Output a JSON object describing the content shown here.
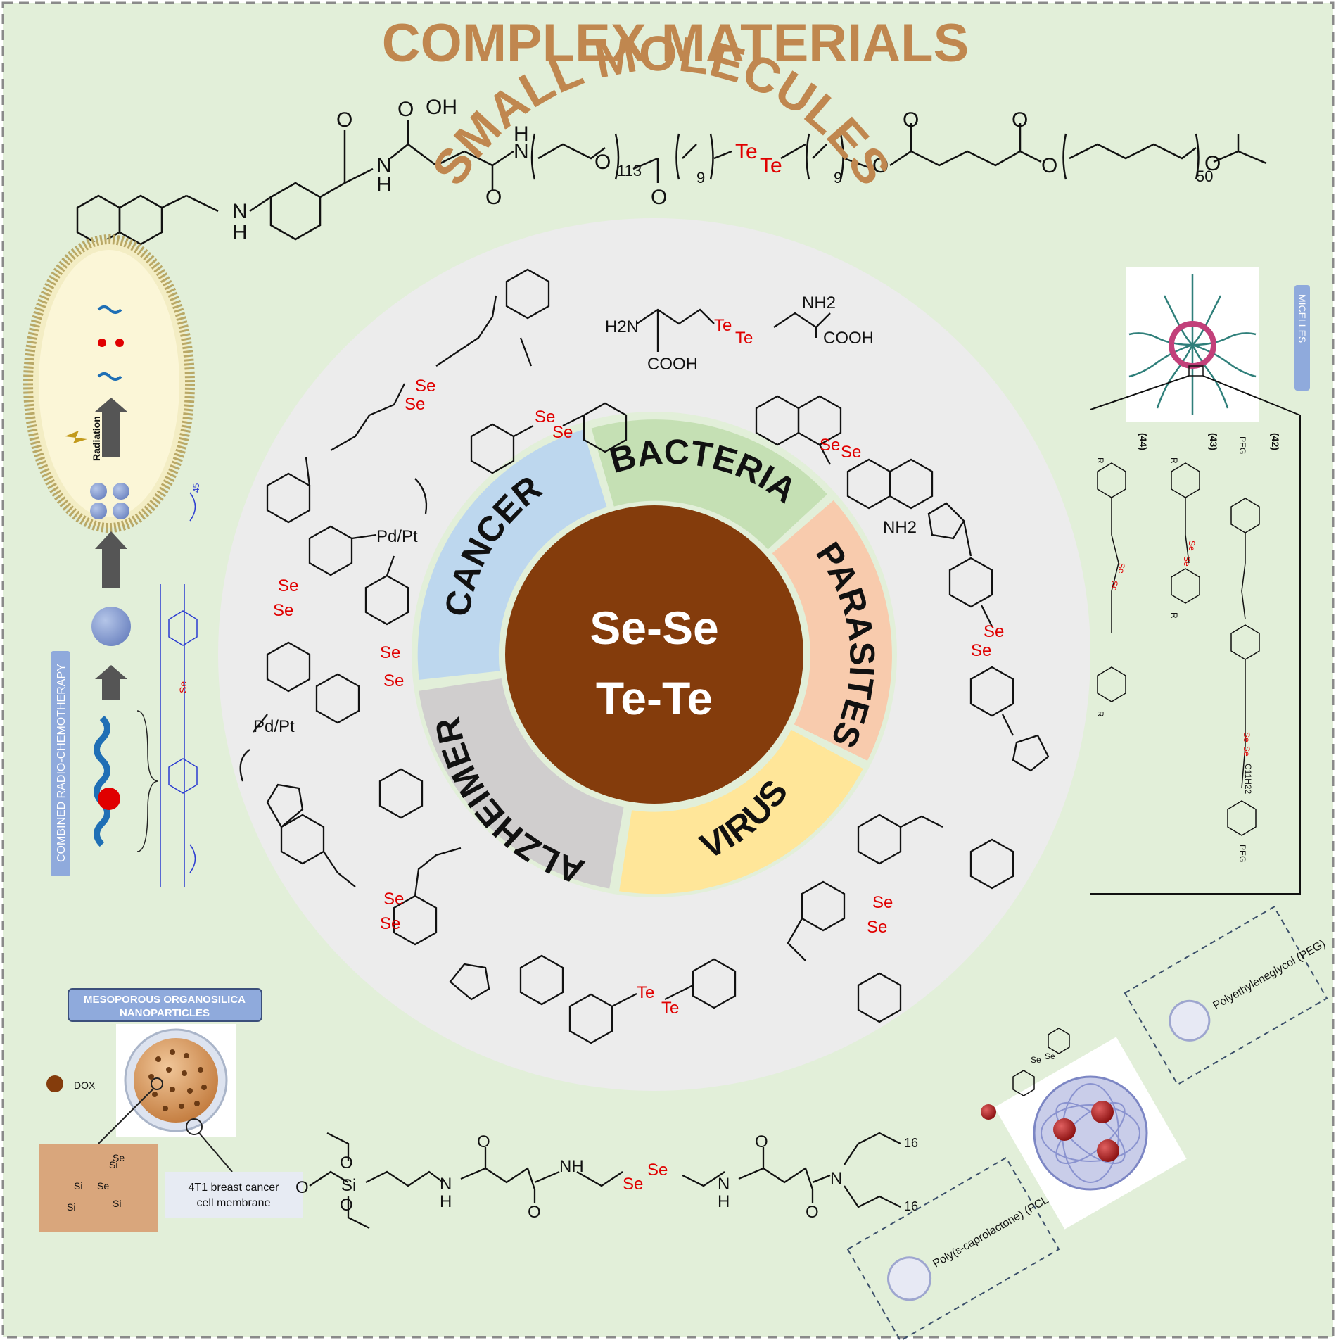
{
  "titles": {
    "complex": "COMPLEX MATERIALS",
    "small": "SMALL MOLECULES"
  },
  "center": {
    "line1": "Se-Se",
    "line2": "Te-Te"
  },
  "ring_labels": {
    "bacteria": "BACTERIA",
    "parasites": "PARASITES",
    "virus": "VIRUS",
    "alzheimer": "ALZHEIMER",
    "cancer": "CANCER"
  },
  "chem": {
    "se": "Se",
    "te": "Te",
    "n": "N",
    "nh": "NH",
    "h": "H",
    "o": "O",
    "oh": "OH",
    "si": "Si",
    "nh2": "NH2",
    "h2n": "H2N",
    "cooh": "COOH",
    "pdpt": "Pd/Pt",
    "n113": "113",
    "n9": "9",
    "n50": "50",
    "n16": "16",
    "n45": "45",
    "r": "R",
    "peg": "PEG",
    "c11h22": "C11H22"
  },
  "labels": {
    "combined": "COMBINED RADIO-CHEMOTHERAPY",
    "radiation": "Radiation",
    "mesoporous_line1": "MESOPOROUS ORGANOSILICA",
    "mesoporous_line2": "NANOPARTICLES",
    "dox": "DOX",
    "membrane_line1": "4T1 breast cancer",
    "membrane_line2": "cell membrane",
    "micelles": "MICELLES",
    "cmpd42": "(42)",
    "cmpd43": "(43)",
    "cmpd44": "(44)",
    "peg_full": "Polyethyleneglycol (PEG)",
    "pcl_full": "Poly(ε-caprolactone) (PCL)"
  },
  "colors": {
    "background": "#e2efd9",
    "title": "#c0874f",
    "center": "#843c0c",
    "bacteria": "#c5e0b4",
    "parasites": "#f8cbad",
    "virus": "#ffe699",
    "alzheimer": "#d0cece",
    "cancer": "#bdd7ee",
    "chalcogen": "#e00000",
    "label_box": "#8faadc"
  }
}
